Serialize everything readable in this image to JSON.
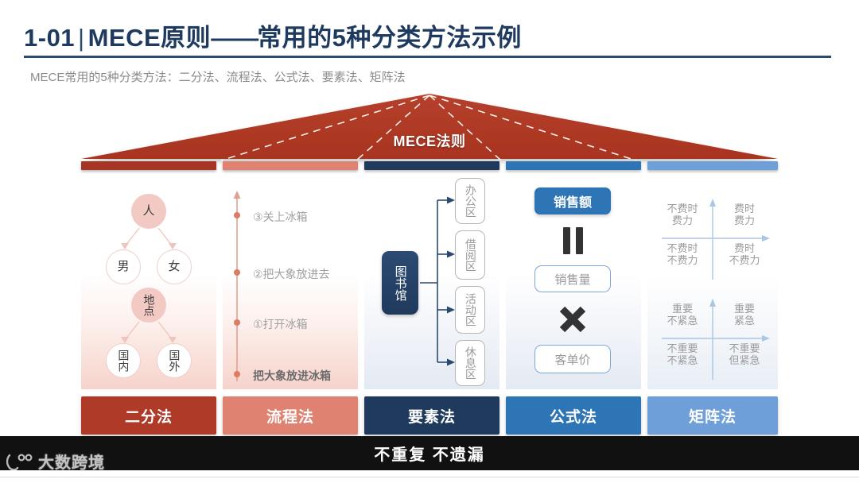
{
  "header": {
    "number": "1-01",
    "separator": "|",
    "title_main": "MECE原则",
    "title_dash": "——",
    "title_tail": "常用的5种分类方法示例",
    "subtitle": "MECE常用的5种分类方法：二分法、流程法、公式法、要素法、矩阵法",
    "rule_color": "#2a4a6e",
    "title_color": "#1f3a5f"
  },
  "roof": {
    "label": "MECE法则",
    "color": "#b03a28",
    "dashed_line_color": "#ffffff"
  },
  "bars": [
    {
      "color": "#a63523"
    },
    {
      "color": "#e08272"
    },
    {
      "color": "#1f3a5c"
    },
    {
      "color": "#2e75b6"
    },
    {
      "color": "#6f9fd8"
    }
  ],
  "columns": [
    {
      "key": "binary",
      "footer_label": "二分法",
      "footer_color": "#b03a28",
      "tree": {
        "group1": {
          "root": "人",
          "children": [
            "男",
            "女"
          ]
        },
        "group2": {
          "root": "地点",
          "children": [
            "国内",
            "国外"
          ]
        }
      }
    },
    {
      "key": "process",
      "footer_label": "流程法",
      "footer_color": "#e08272",
      "steps": [
        {
          "text": "③关上冰箱",
          "bold": false
        },
        {
          "text": "②把大象放进去",
          "bold": false
        },
        {
          "text": "①打开冰箱",
          "bold": false
        },
        {
          "text": "把大象放进冰箱",
          "bold": true
        }
      ]
    },
    {
      "key": "element",
      "footer_label": "要素法",
      "footer_color": "#1f3a5c",
      "root": "图书馆",
      "leaves": [
        "办公区",
        "借阅区",
        "活动区",
        "休息区"
      ]
    },
    {
      "key": "formula",
      "footer_label": "公式法",
      "footer_color": "#2e75b6",
      "result": "销售额",
      "operator_equals": "=",
      "factor1": "销售量",
      "operator_times": "×",
      "factor2": "客单价"
    },
    {
      "key": "matrix",
      "footer_label": "矩阵法",
      "footer_color": "#6f9fd8",
      "matrix1": {
        "top_left": "不费时\n费力",
        "top_right": "费时\n费力",
        "bottom_left": "不费时\n不费力",
        "bottom_right": "费时\n不费力"
      },
      "matrix2": {
        "top_left": "重要\n不紧急",
        "top_right": "重要\n紧急",
        "bottom_left": "不重要\n不紧急",
        "bottom_right": "不重要\n但紧急"
      }
    }
  ],
  "footer_bar": {
    "text": "不重复 不遗漏",
    "background": "#111111"
  },
  "watermark": {
    "text": "大数跨境",
    "icon": "logo-icon"
  }
}
